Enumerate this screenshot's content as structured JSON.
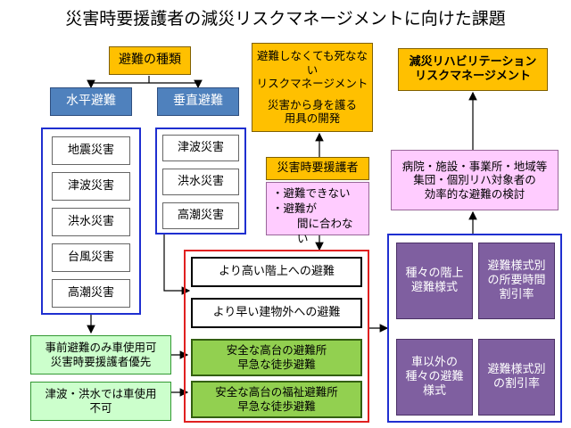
{
  "title": "災害時要援護者の減災リスクマネージメントに向けた課題",
  "evacuation_types": {
    "header": "避難の種類",
    "horizontal": {
      "label": "水平避難",
      "items": [
        "地震災害",
        "津波災害",
        "洪水災害",
        "台風災害",
        "高潮災害"
      ]
    },
    "vertical": {
      "label": "垂直避難",
      "items": [
        "津波災害",
        "洪水災害",
        "高潮災害"
      ]
    }
  },
  "risk_top": {
    "line1": "避難しなくても死なない",
    "line2": "リスクマネージメント",
    "line3": "災害から身を護る",
    "line4": "用具の開発"
  },
  "mitigation_rehab": {
    "line1": "減災リハビリテーション",
    "line2": "リスクマネージメント"
  },
  "vulnerable": {
    "header": "災害時要援護者",
    "line1": "・避難できない",
    "line2": "・避難が",
    "line3": "間に合わない"
  },
  "facilities": {
    "line1": "病院・施設・事業所・地域等",
    "line2": "集団・個別リハ対象者の",
    "line3": "効率的な避難の検討"
  },
  "vehicle_rules": {
    "rule1_line1": "事前避難のみ車使用可",
    "rule1_line2": "災害時要援護者優先",
    "rule2_line1": "津波・洪水では車使用",
    "rule2_line2": "不可"
  },
  "options": {
    "higher_floor": "より高い階上への避難",
    "earlier_exit": "より早い建物外への避難",
    "safe_shelter_line1": "安全な高台の避難所",
    "safe_shelter_line2": "早急な徒歩避難",
    "welfare_shelter_line1": "安全な高台の福祉避難所",
    "welfare_shelter_line2": "早急な徒歩避難"
  },
  "styles": {
    "various_stairs": "種々の階上\n避難様式",
    "time_discount": "避難様式別\nの所要時間\n割引率",
    "non_vehicle": "車以外の\n種々の避難\n様式",
    "discount_rate": "避難様式別\nの割引率"
  },
  "colors": {
    "yellow": "#ffc000",
    "blue": "#4f81bd",
    "purple": "#7f5fa0",
    "pink": "#ffccff",
    "light_green": "#ccffcc",
    "lime": "#92d050",
    "frame_blue": "#1f2fd0",
    "frame_red": "#e02020"
  }
}
